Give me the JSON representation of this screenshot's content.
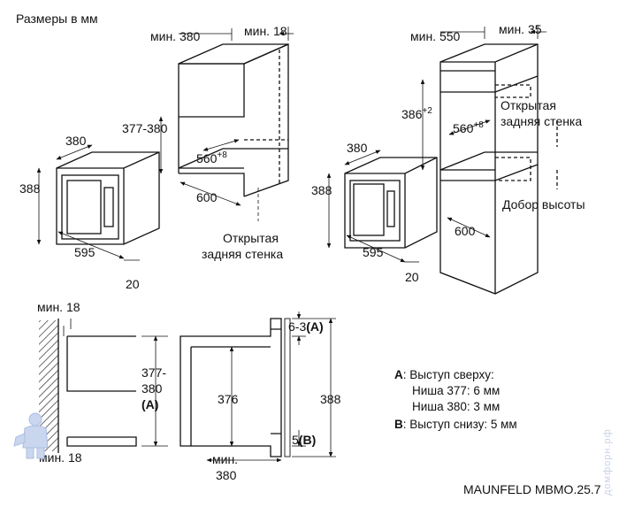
{
  "title": "Размеры в мм",
  "model": "MAUNFELD MBMO.25.7",
  "watermark": "домфорн.рф",
  "colors": {
    "line": "#111111",
    "hatch": "#333333",
    "accent": "#1a1a1a",
    "mascot": "#a9bde3"
  },
  "top_left": {
    "cab_min_width": "мин. 380",
    "cab_min_depth": "мин. 18",
    "niche_height": "377-380",
    "niche_width": "560",
    "niche_width_tol": "+8",
    "cab_depth": "600",
    "open_back": [
      "Открытая",
      "задняя стенка"
    ],
    "oven_depth": "380",
    "oven_height": "388",
    "oven_width": "595",
    "frame_depth": "20"
  },
  "top_right": {
    "col_min_width": "мин. 550",
    "col_min_depth": "мин. 35",
    "niche_height": "386",
    "niche_height_tol": "+2",
    "niche_width": "560",
    "niche_width_tol": "+8",
    "open_back": [
      "Открытая",
      "задняя стенка"
    ],
    "height_fill": "Добор высоты",
    "oven_depth": "380",
    "oven_height": "388",
    "oven_width": "595",
    "col_depth": "600",
    "frame_depth": "20"
  },
  "bottom": {
    "wall_min_top": "мин. 18",
    "wall_min_bottom": "мин. 18",
    "niche_range": [
      "377-",
      "380",
      "(A)"
    ],
    "inner_height": "376",
    "overhang_top": "6-3",
    "overhang_top_letter": "(A)",
    "overhang_bottom": "5",
    "overhang_bottom_letter": "(B)",
    "total_height": "388",
    "min_depth": [
      "мин.",
      "380"
    ]
  },
  "legend": {
    "a_key": "A",
    "a_text": ": Выступ сверху:",
    "a_line1": "Ниша 377: 6 мм",
    "a_line2": "Ниша 380: 3 мм",
    "b_key": "B",
    "b_text": ": Выступ снизу: 5 мм"
  }
}
